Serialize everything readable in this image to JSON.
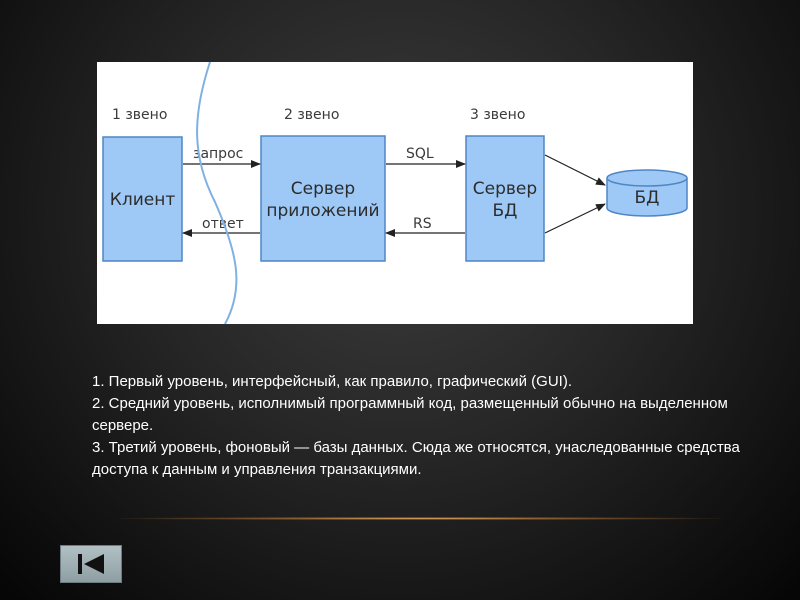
{
  "diagram": {
    "tiers": [
      {
        "label": "1 звено"
      },
      {
        "label": "2 звено"
      },
      {
        "label": "3 звено"
      }
    ],
    "boxes": {
      "client": {
        "text": "Клиент"
      },
      "app_server": {
        "line1": "Сервер",
        "line2": "приложений"
      },
      "db_server": {
        "line1": "Сервер",
        "line2": "БД"
      },
      "database": {
        "text": "БД"
      }
    },
    "edges": {
      "request": "запрос",
      "response": "ответ",
      "sql": "SQL",
      "rs": "RS"
    },
    "colors": {
      "box_fill": "#9ec8f5",
      "box_stroke": "#4f86c6",
      "curve": "#7fb1e3"
    }
  },
  "description": {
    "lines": [
      "1. Первый уровень, интерфейсный, как правило, графический (GUI).",
      "2. Средний уровень, исполнимый программный код, размещенный обычно на выделенном сервере.",
      "3. Третий уровень, фоновый — базы данных. Сюда же относятся, унаследованные средства доступа к данным и управления транзакциями."
    ]
  },
  "navigation": {
    "back_icon": "skip-back-icon"
  }
}
